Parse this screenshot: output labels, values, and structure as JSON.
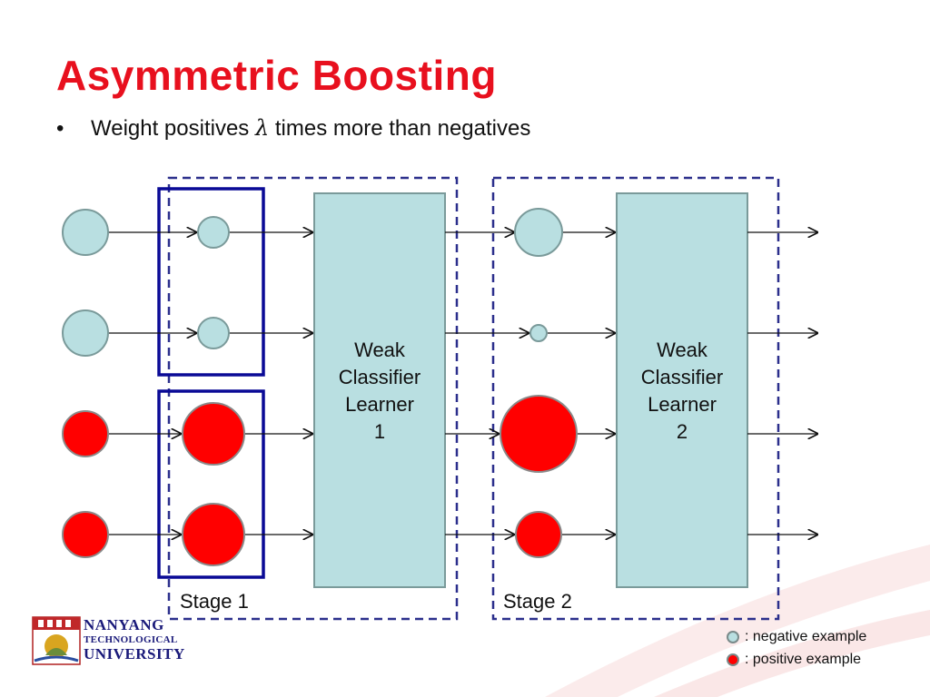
{
  "title": "Asymmetric Boosting",
  "bullet": {
    "marker": "•",
    "text_before": "Weight positives ",
    "symbol": "λ",
    "text_after": " times more than negatives"
  },
  "stages": [
    {
      "label": "Stage 1",
      "learner": [
        "Weak",
        "Classifier",
        "Learner",
        "1"
      ]
    },
    {
      "label": "Stage 2",
      "learner": [
        "Weak",
        "Classifier",
        "Learner",
        "2"
      ]
    }
  ],
  "examples": {
    "input": [
      "negative",
      "negative",
      "positive",
      "positive"
    ],
    "stage1_weights": [
      "small",
      "small",
      "large",
      "large"
    ],
    "stage2_weights": [
      "medium",
      "tiny",
      "xlarge",
      "medium"
    ]
  },
  "legend": [
    {
      "label": ": negative example",
      "class": "negative"
    },
    {
      "label": ": positive example",
      "class": "positive"
    }
  ],
  "logo": {
    "line1": "NANYANG",
    "line2": "TECHNOLOGICAL",
    "line3": "UNIVERSITY"
  },
  "colors": {
    "title": "#e8101e",
    "negative_fill": "#b9dfe1",
    "positive_fill": "#ff0000",
    "dashed_box": "#2b2f8c",
    "group_box": "#0a0a96",
    "learner_fill": "#b9dfe1",
    "learner_stroke": "#7a9a9a"
  }
}
